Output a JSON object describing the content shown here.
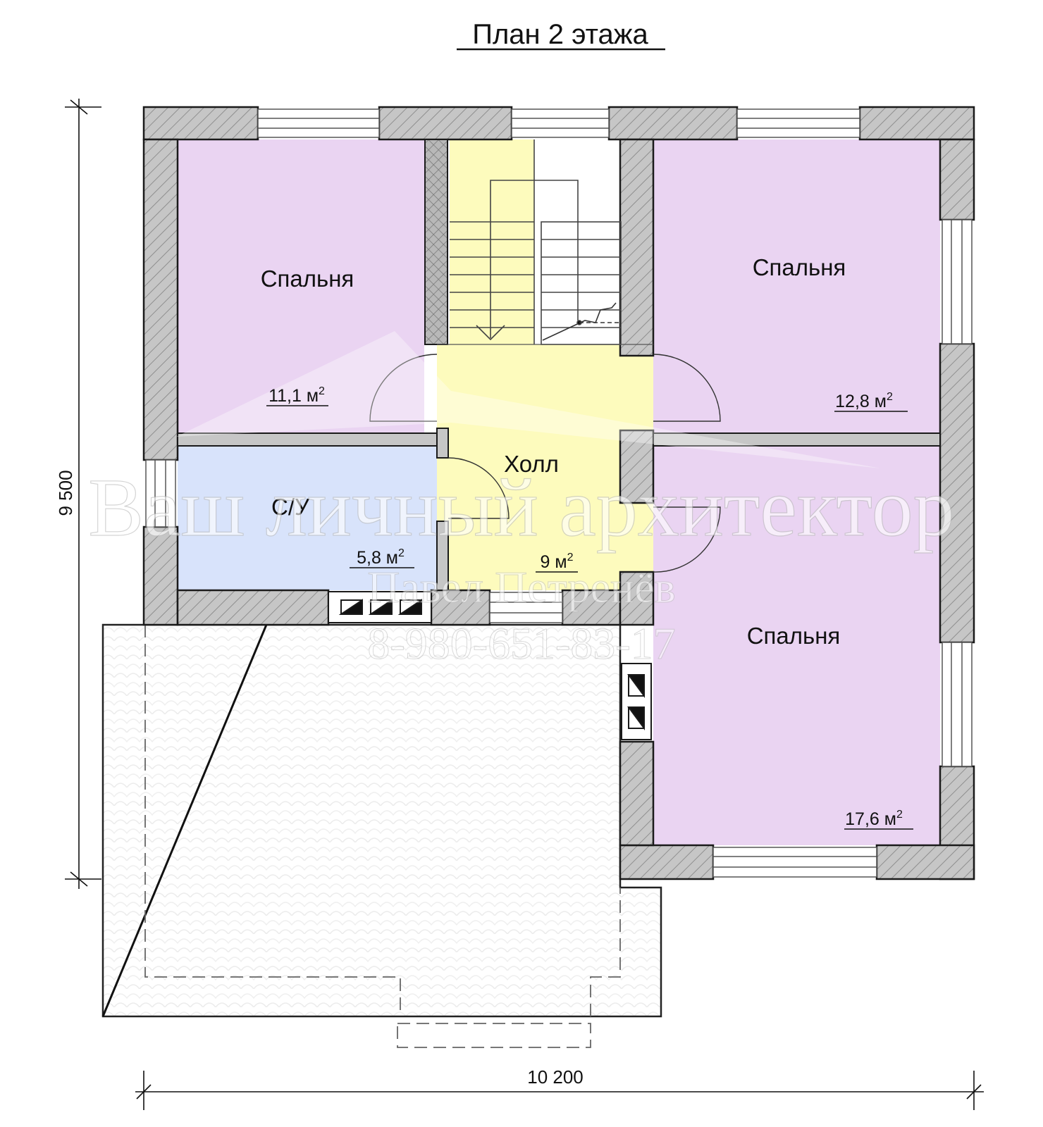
{
  "title": "План 2 этажа",
  "colors": {
    "wall": "#c6c6c6",
    "bedroom": "#ead4f2",
    "bathroom": "#d8e3fb",
    "hall": "#fdfbbd",
    "outline": "#1a1a1a"
  },
  "rooms": [
    {
      "id": "bedroom-1",
      "name": "Спальня",
      "area": "11,1 м",
      "area_sup": "2",
      "color": "bedroom"
    },
    {
      "id": "bedroom-2",
      "name": "Спальня",
      "area": "12,8 м",
      "area_sup": "2",
      "color": "bedroom"
    },
    {
      "id": "bathroom",
      "name": "С/У",
      "area": "5,8 м",
      "area_sup": "2",
      "color": "bathroom"
    },
    {
      "id": "hall",
      "name": "Холл",
      "area": "9 м",
      "area_sup": "2",
      "color": "hall"
    },
    {
      "id": "bedroom-3",
      "name": "Спальня",
      "area": "17,6 м",
      "area_sup": "2",
      "color": "bedroom"
    }
  ],
  "dimensions": {
    "height": "9 500",
    "width": "10 200"
  },
  "watermark": {
    "line1": "Ваш личный архитектор",
    "line2": "Павел Петренёв",
    "line3": "8-980-651-83-17"
  }
}
